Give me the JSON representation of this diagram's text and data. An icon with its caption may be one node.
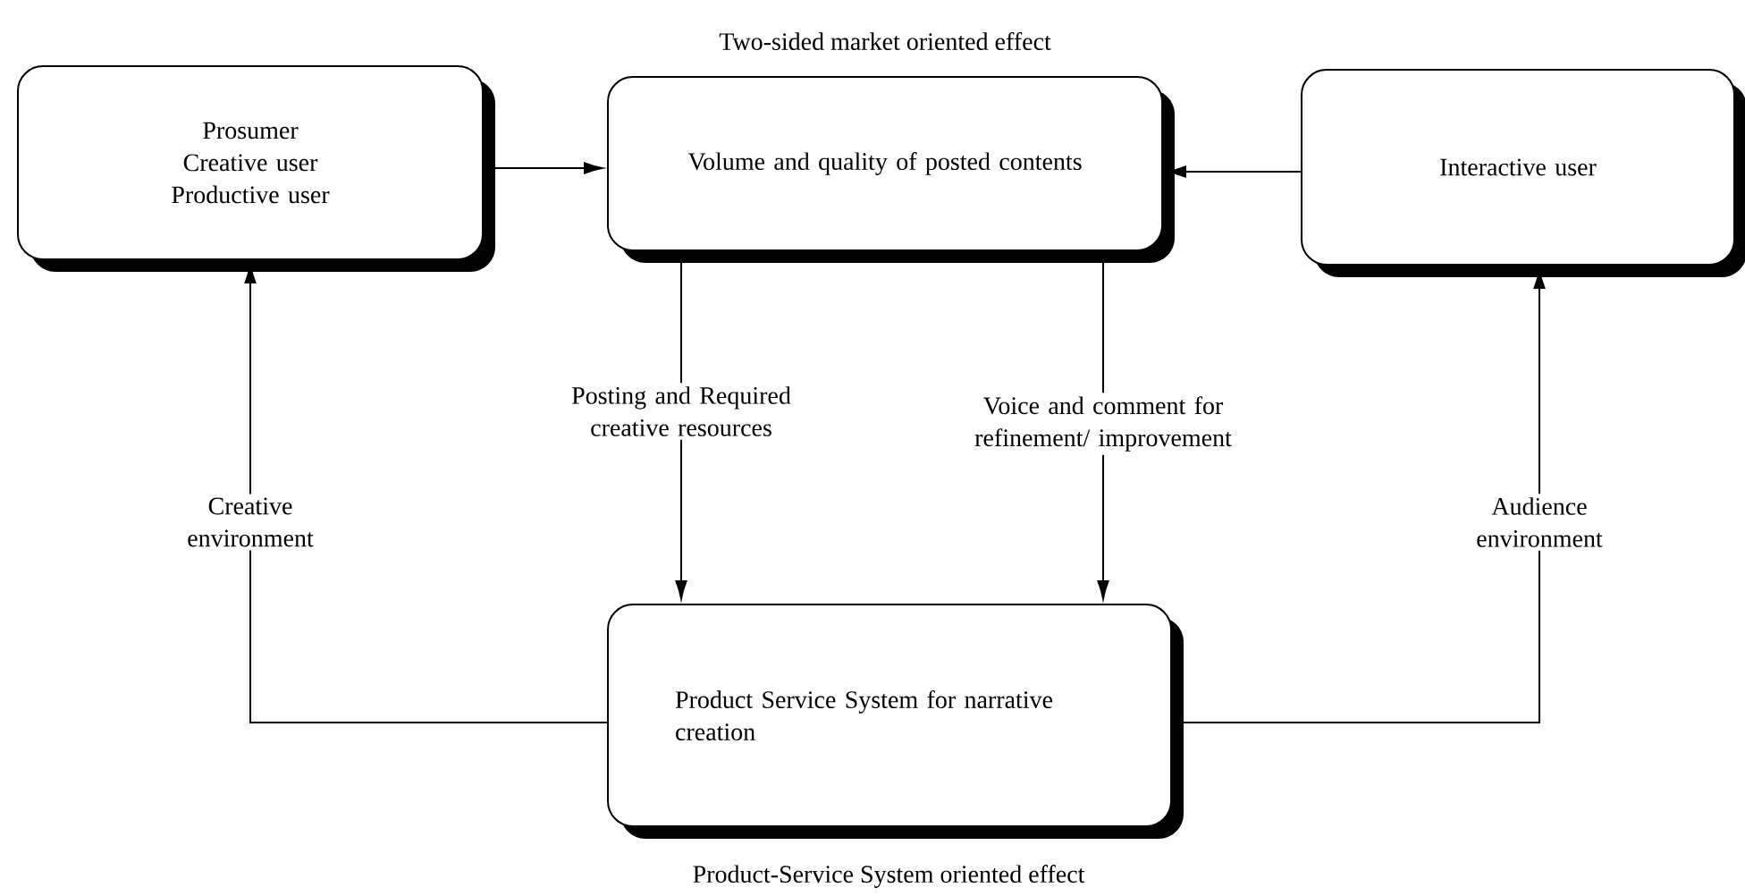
{
  "diagram": {
    "nodes": [
      {
        "text": [
          "Prosumer",
          "Creative user",
          "Productive user"
        ]
      },
      {
        "text": [
          "Volume and quality of posted contents"
        ],
        "beside": [
          "Two-sided market oriented effect"
        ]
      },
      {
        "text": [
          "Interactive user"
        ]
      },
      {
        "text": [
          "Product  Service System for narrative creation"
        ],
        "beside": [
          "Product-Service System oriented effect"
        ]
      }
    ],
    "edges": [
      {
        "from": 0,
        "to": 1,
        "arrow": "to"
      },
      {
        "from": 2,
        "to": 1,
        "arrow": "to"
      },
      {
        "from": 1,
        "to": 3,
        "arrow": "to",
        "label": "Posting and Required creative resources"
      },
      {
        "from": 1,
        "to": 3,
        "arrow": "to",
        "label": "Voice and comment for refinement/ improvement"
      },
      {
        "from": 3,
        "to": 0,
        "arrow": "to",
        "label": "Creative environment"
      },
      {
        "from": 3,
        "to": 2,
        "arrow": "to",
        "label": "Audience environment"
      }
    ]
  }
}
